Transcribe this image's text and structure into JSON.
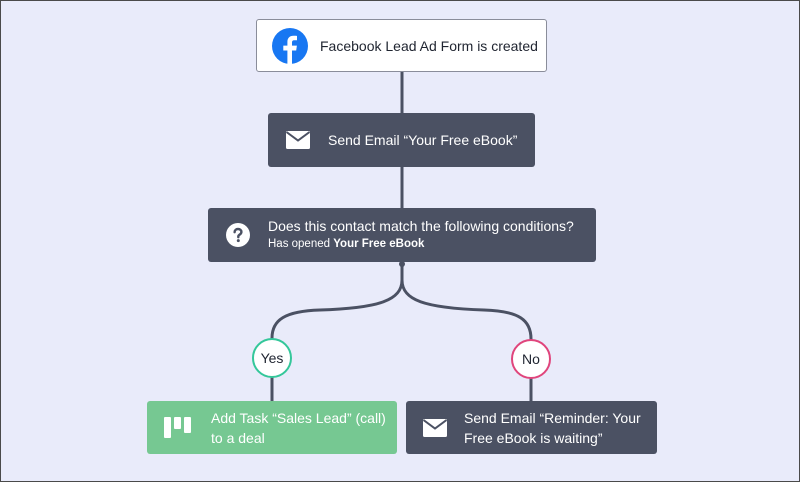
{
  "trigger": {
    "icon": "facebook-icon",
    "label": "Facebook Lead Ad Form is created",
    "icon_color": "#1877f2"
  },
  "send_email_1": {
    "icon": "envelope-icon",
    "label": "Send Email “Your Free eBook”"
  },
  "condition": {
    "icon": "question-circle-icon",
    "title": "Does this contact match the following conditions?",
    "subtitle_prefix": "Has opened",
    "subtitle_value": "Your Free eBook"
  },
  "branches": {
    "yes_label": "Yes",
    "no_label": "No",
    "yes_color": "#34c79a",
    "no_color": "#e0457c"
  },
  "add_task": {
    "icon": "kanban-board-icon",
    "line1": "Add Task “Sales Lead” (call)",
    "line2": "to a deal",
    "color": "#76c892"
  },
  "send_email_2": {
    "icon": "envelope-icon",
    "line1": "Send Email “Reminder: Your",
    "line2": "Free eBook is waiting”"
  },
  "colors": {
    "background": "#e9ebfa",
    "dark_node": "#4b5163",
    "connector": "#4b5163"
  }
}
